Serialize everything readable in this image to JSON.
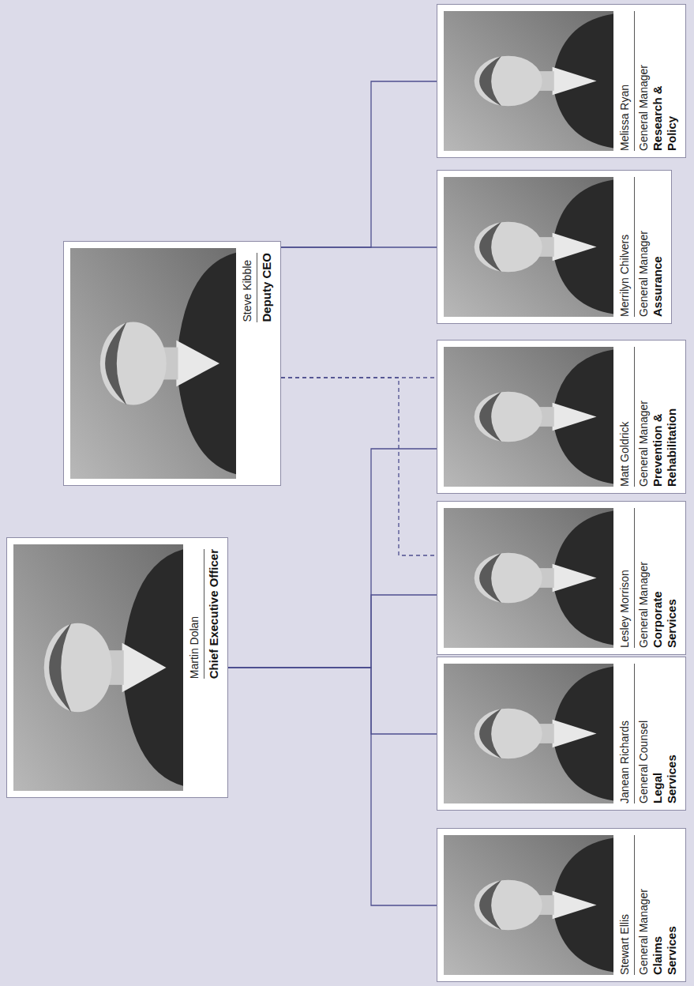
{
  "diagram": {
    "nodes": [
      {
        "text": [
          "Martin Dolan",
          "Chief Executive Officer"
        ]
      },
      {
        "text": [
          "Steve Kibble",
          "Deputy CEO"
        ]
      },
      {
        "text": [
          "Stewart Ellis",
          "General Manager",
          "Claims Services"
        ]
      },
      {
        "text": [
          "Janean Richards",
          "General Counsel",
          "Legal Services"
        ]
      },
      {
        "text": [
          "Lesley Morrison",
          "General Manager",
          "Corporate Services"
        ]
      },
      {
        "text": [
          "Matt Goldrick",
          "General Manager",
          "Prevention & Rehabilitation"
        ]
      },
      {
        "text": [
          "Merrilyn Chilvers",
          "General Manager",
          "Assurance"
        ]
      },
      {
        "text": [
          "Melissa Ryan",
          "General Manager",
          "Research & Policy"
        ]
      }
    ],
    "edges": [
      {
        "from": 0,
        "to": 2,
        "arrow": "none"
      },
      {
        "from": 0,
        "to": 3,
        "arrow": "none"
      },
      {
        "from": 0,
        "to": 4,
        "arrow": "none"
      },
      {
        "from": 0,
        "to": 5,
        "arrow": "none"
      },
      {
        "from": 1,
        "to": 6,
        "arrow": "none"
      },
      {
        "from": 1,
        "to": 7,
        "arrow": "none"
      },
      {
        "from": 1,
        "to": 4,
        "arrow": "none"
      },
      {
        "from": 1,
        "to": 5,
        "arrow": "none"
      }
    ]
  }
}
